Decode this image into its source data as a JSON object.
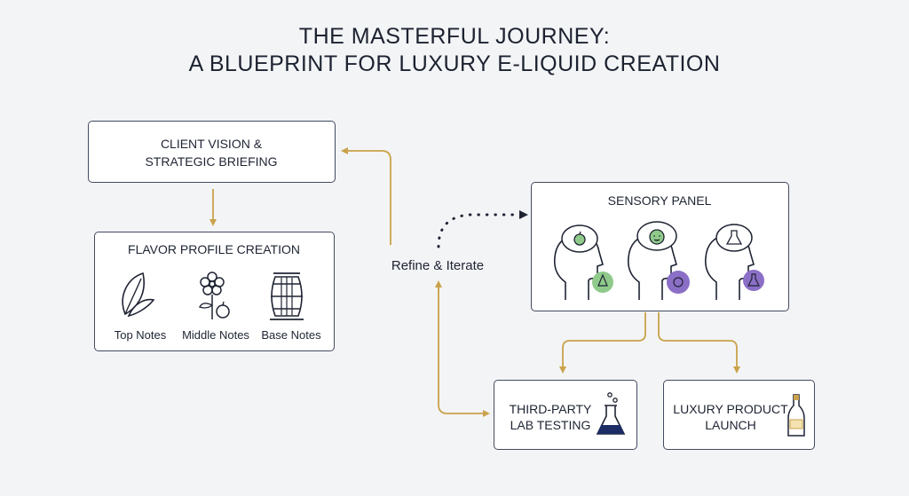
{
  "header": {
    "title_line1": "THE MASTERFUL JOURNEY:",
    "title_line2": "A BLUEPRINT FOR LUXURY E-LIQUID CREATION"
  },
  "nodes": {
    "client_vision": {
      "line1": "CLIENT VISION &",
      "line2": "STRATEGIC BRIEFING"
    },
    "flavor_profile": {
      "title": "FLAVOR PROFILE CREATION",
      "notes": [
        "Top Notes",
        "Middle Notes",
        "Base Notes"
      ],
      "icons": [
        "leaf-icon",
        "flower-fruit-icon",
        "barrel-icon"
      ]
    },
    "refine": {
      "label": "Refine & Iterate"
    },
    "sensory_panel": {
      "title": "SENSORY PANEL",
      "icons": [
        "head-apple-icon",
        "head-face-icon",
        "head-flask-icon"
      ]
    },
    "lab_testing": {
      "line1": "THIRD-PARTY",
      "line2": "LAB TESTING",
      "icon": "flask-icon"
    },
    "product_launch": {
      "line1": "LUXURY PRODUCT",
      "line2": "LAUNCH",
      "icon": "bottle-icon"
    }
  },
  "colors": {
    "arrow": "#c9a24a",
    "border": "#424a5f",
    "accent_green": "#8fca8a",
    "accent_purple": "#8b6fc7",
    "background": "#f3f4f6"
  }
}
